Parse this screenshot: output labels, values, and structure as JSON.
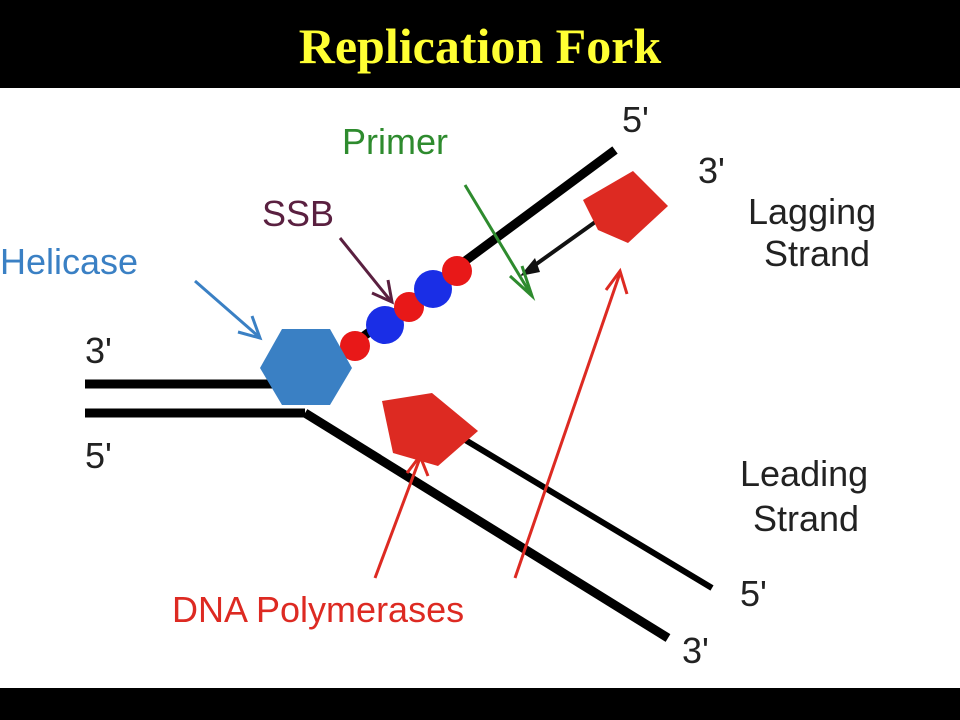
{
  "title": "Replication Fork",
  "labels": {
    "primer": "Primer",
    "ssb": "SSB",
    "helicase": "Helicase",
    "lagging_line1": "Lagging",
    "lagging_line2": "Strand",
    "leading_line1": "Leading",
    "leading_line2": "Strand",
    "dna_polymerases": "DNA Polymerases"
  },
  "ends": {
    "left_top": "3'",
    "left_bottom": "5'",
    "upper_strand": "5'",
    "lagging_new": "3'",
    "leading_new": "5'",
    "lower_strand": "3'"
  },
  "colors": {
    "title": "#ffff33",
    "strand": "#000000",
    "primer": "#2e8b2e",
    "ssb_label": "#5a2040",
    "helicase": "#3a80c4",
    "polymerase": "#dd2a22",
    "ssb_red": "#e81818",
    "ssb_blue": "#1a2ee6",
    "lagging_arrow": "#111111"
  }
}
